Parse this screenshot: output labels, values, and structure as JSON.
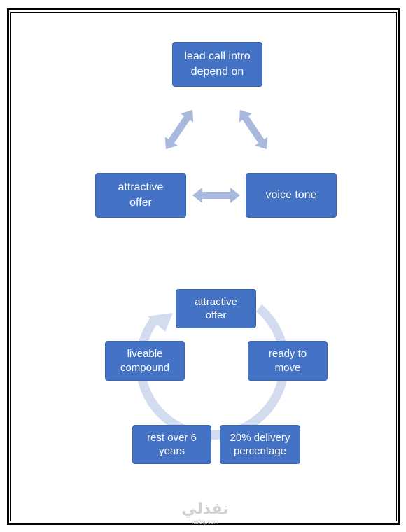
{
  "diagram_1": {
    "top_node": "lead call intro\ndepend on",
    "left_node": "attractive\noffer",
    "right_node": "voice tone"
  },
  "diagram_2": {
    "nodes": [
      "attractive\noffer",
      "ready to\nmove",
      "20% delivery\npercentage",
      "rest over 6\nyears",
      "liveable\ncompound"
    ]
  },
  "colors": {
    "node_fill": "#4472C4",
    "arrow_fill": "#A9B9DE",
    "cycle_fill": "#D3DCEF"
  },
  "watermark": {
    "logo": "نفذلي",
    "url": "nafzly.com"
  }
}
